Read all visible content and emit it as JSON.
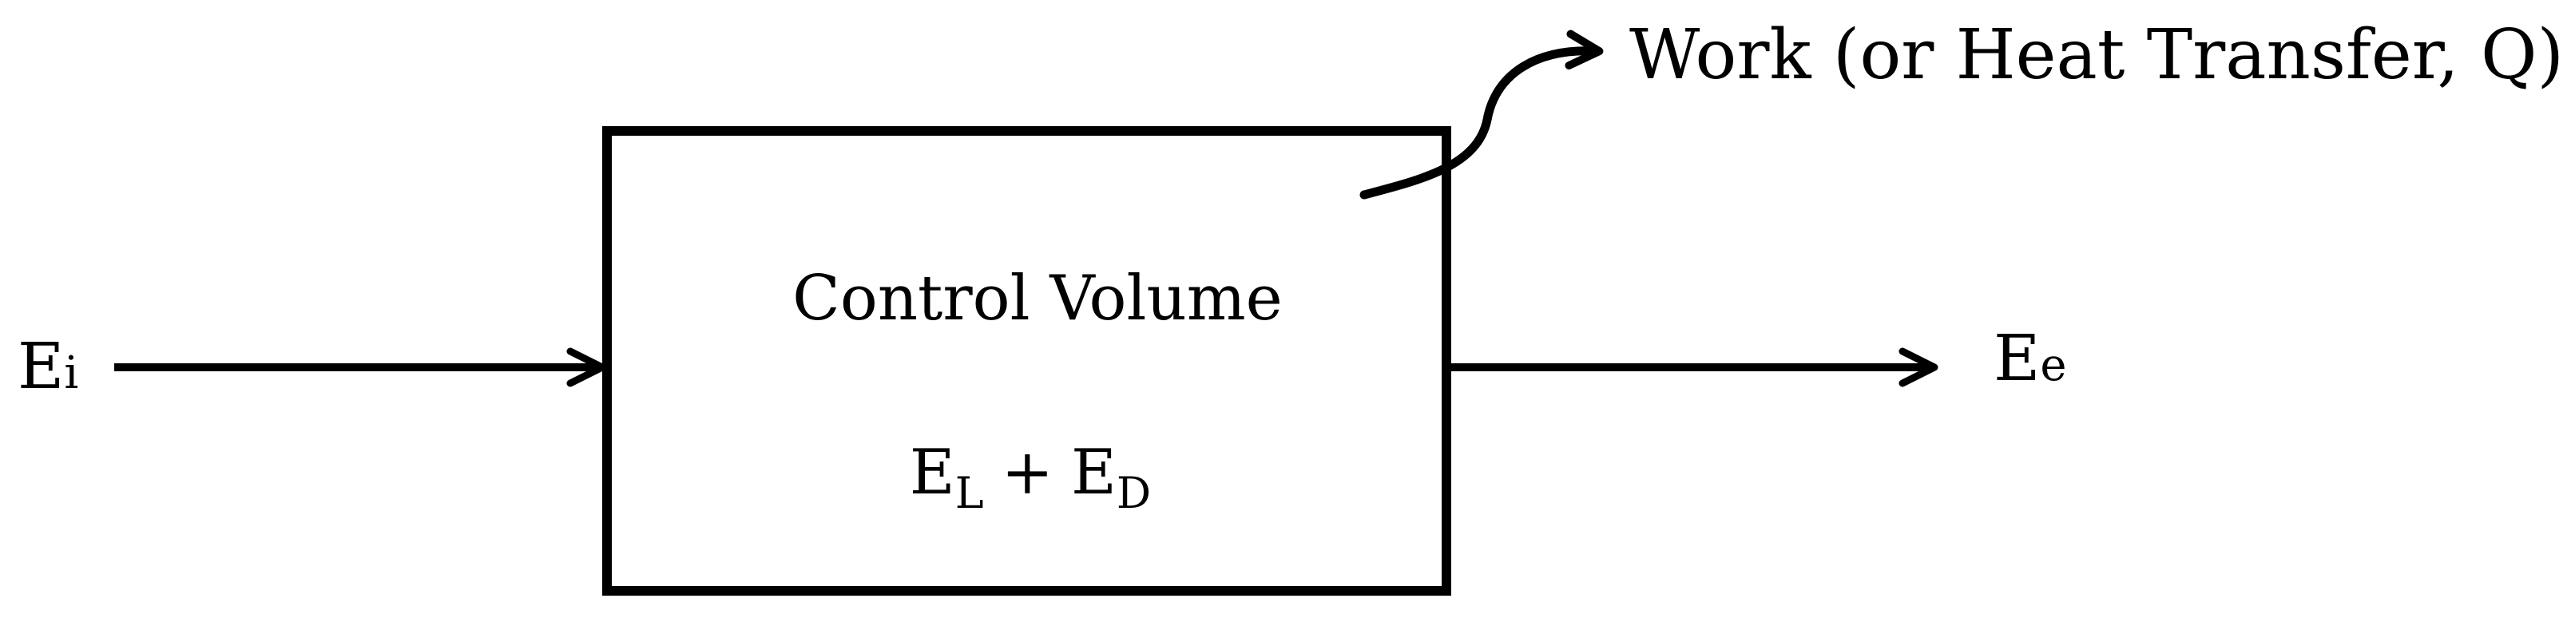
{
  "diagram": {
    "box_title": "Control Volume",
    "box_equation": {
      "e1_base": "E",
      "e1_sub": "L",
      "operator": "+",
      "e2_base": "E",
      "e2_sub": "D"
    },
    "inlet_label": {
      "base": "E",
      "sub": "i"
    },
    "exit_label": {
      "base": "E",
      "sub": "e"
    },
    "work_label": "Work (or Heat Transfer, Q)"
  },
  "colors": {
    "stroke": "#000000",
    "background": "#ffffff"
  }
}
